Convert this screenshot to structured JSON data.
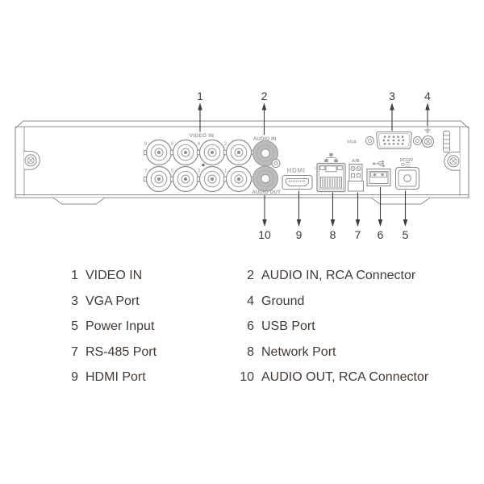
{
  "panel": {
    "video_in_label": "VIDEO IN",
    "audio_in_label": "AUDIO IN",
    "audio_out_label": "AUDIO OUT",
    "hdmi_label": "HDMI",
    "hdmi_tm": "TM",
    "vga_label": "VGA",
    "rs485_label": "A/B",
    "power_label": "DC12V",
    "bnc_top": [
      "8",
      "6",
      "4",
      "2"
    ],
    "bnc_bottom": [
      "7",
      "5",
      "3",
      "1"
    ]
  },
  "callouts": {
    "top": [
      "1",
      "2",
      "3",
      "4"
    ],
    "bottom": [
      "10",
      "9",
      "8",
      "7",
      "6",
      "5"
    ]
  },
  "legend": {
    "rows": [
      {
        "ln": "1",
        "ll": "VIDEO IN",
        "rn": "2",
        "rl": "AUDIO IN, RCA Connector"
      },
      {
        "ln": "3",
        "ll": "VGA Port",
        "rn": "4",
        "rl": "Ground"
      },
      {
        "ln": "5",
        "ll": "Power Input",
        "rn": "6",
        "rl": "USB Port"
      },
      {
        "ln": "7",
        "ll": "RS-485 Port",
        "rn": "8",
        "rl": "Network Port"
      },
      {
        "ln": "9",
        "ll": "HDMI Port",
        "rn": "10",
        "rl": "AUDIO OUT, RCA Connector"
      }
    ]
  },
  "colors": {
    "line": "#8d8d8d",
    "callout": "#3e3e3e",
    "legend_text": "#403a36",
    "rca_fill": "#bdbdbd",
    "port_label": "#9c9c9c",
    "background": "#ffffff"
  }
}
